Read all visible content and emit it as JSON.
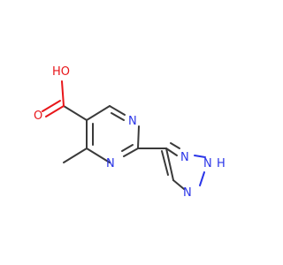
{
  "molecule": {
    "atoms": {
      "hydroxyl": "HO",
      "carbonyl_oxygen": "O",
      "ring_nitrogen_top": "N",
      "ring_nitrogen_bottom": "N",
      "triazole_nitrogen_left": "N",
      "triazole_nitrogen_nh": "N",
      "triazole_h": "H",
      "triazole_nitrogen_bottom": "N"
    }
  },
  "colors": {
    "carbon_bond": "#3a3a3a",
    "oxygen": "#e8161a",
    "nitrogen": "#2a35e8",
    "background": "#ffffff"
  }
}
